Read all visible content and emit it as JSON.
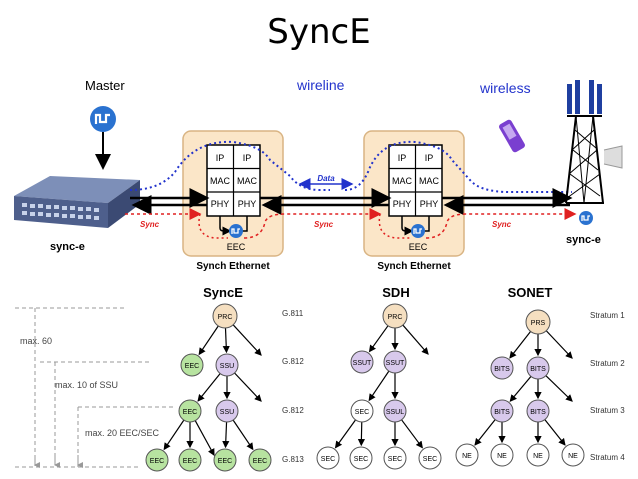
{
  "title": "SyncE",
  "top": {
    "master_label": "Master",
    "wireline_label": "wireline",
    "wireless_label": "wireless",
    "sync_e_left": "sync-e",
    "sync_e_right": "sync-e",
    "synch_ethernet_1": "Synch Ethernet",
    "synch_ethernet_2": "Synch Ethernet",
    "eec_1": "EEC",
    "eec_2": "EEC",
    "data_label": "Data",
    "sync_label": "Sync",
    "stack_cells": [
      "IP",
      "IP",
      "MAC",
      "MAC",
      "PHY",
      "PHY"
    ]
  },
  "hierarchy": {
    "max60": "max. 60",
    "max10": "max. 10 of SSU",
    "max20": "max. 20 EEC/SEC",
    "g_labels": [
      "G.811",
      "G.812",
      "G.812",
      "G.813"
    ],
    "stratum_labels": [
      "Stratum 1",
      "Stratum 2",
      "Stratum 3",
      "Stratum 4"
    ],
    "trees": [
      {
        "title": "SyncE",
        "nodes": [
          "PRC",
          "EEC",
          "SSU",
          "EEC",
          "SSU",
          "EEC",
          "EEC",
          "EEC",
          "EEC"
        ]
      },
      {
        "title": "SDH",
        "nodes": [
          "PRC",
          "SSUT",
          "SSUT",
          "SEC",
          "SSUL",
          "SEC",
          "SEC",
          "SEC",
          "SEC"
        ]
      },
      {
        "title": "SONET",
        "nodes": [
          "PRS",
          "BITS",
          "BITS",
          "BITS",
          "BITS",
          "NE",
          "NE",
          "NE",
          "NE"
        ]
      }
    ]
  },
  "colors": {
    "prc_fill": "#f5dfc0",
    "eec_fill": "#b7e3a0",
    "ssu_fill": "#d8c9ec",
    "sec_fill": "#ffffff",
    "box_fill": "#fbe6c8",
    "sync_red": "#e02020",
    "data_blue": "#2233cc",
    "device_blue": "#2a5fc0"
  }
}
